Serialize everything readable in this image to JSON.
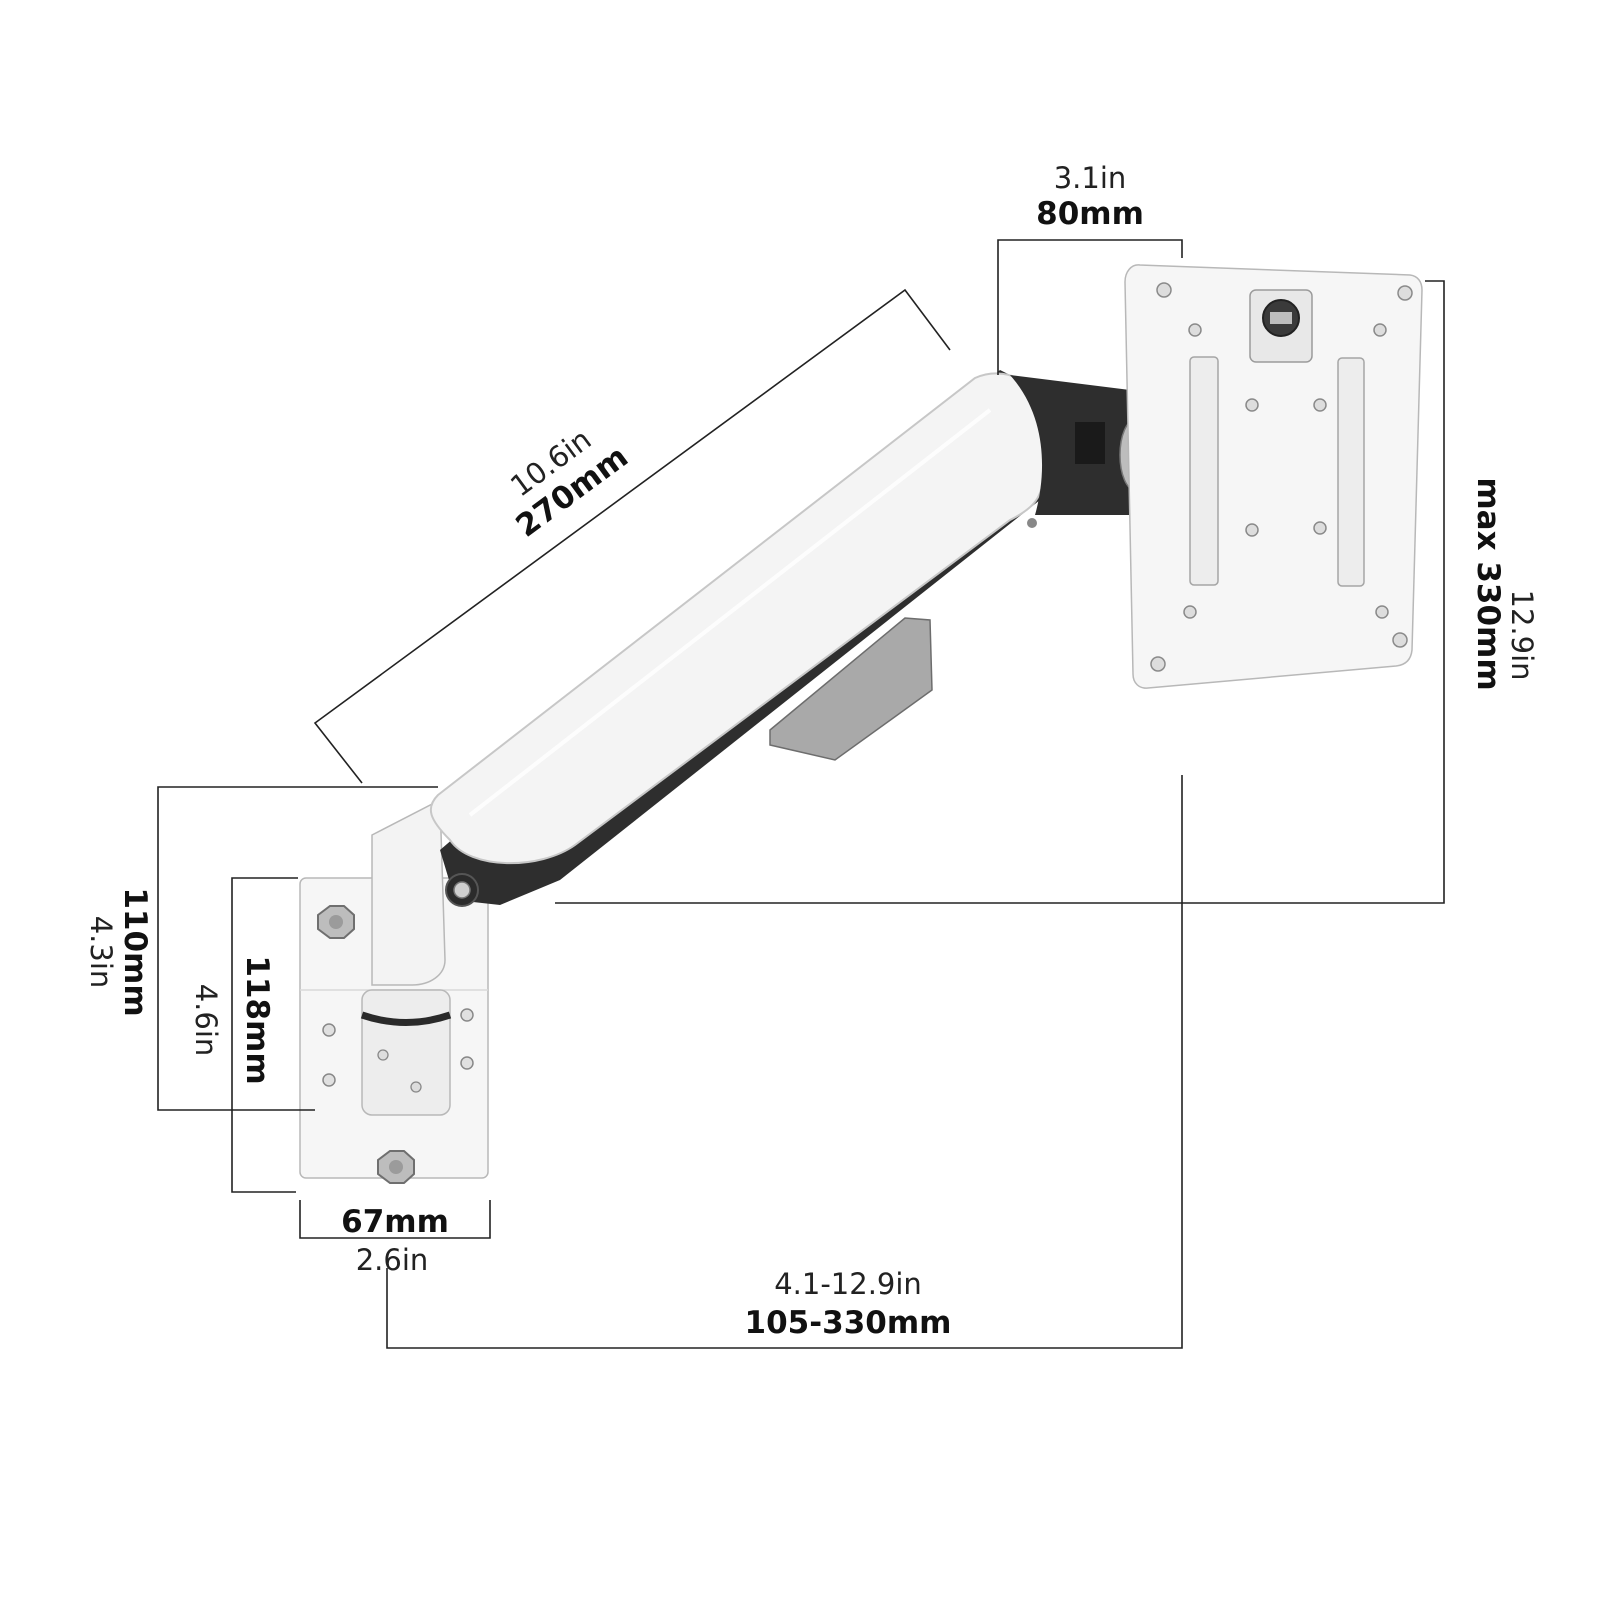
{
  "dimensions": {
    "arm_length": {
      "in": "10.6in",
      "mm": "270mm"
    },
    "head_depth": {
      "in": "3.1in",
      "mm": "80mm"
    },
    "max_height": {
      "in": "12.9in",
      "mm": "max  330mm"
    },
    "base_height": {
      "in": "4.3in",
      "mm": "110mm"
    },
    "plate_height": {
      "in": "4.6in",
      "mm": "118mm"
    },
    "plate_width": {
      "in": "2.6in",
      "mm": "67mm"
    },
    "extension_range": {
      "in": "4.1-12.9in",
      "mm": "105-330mm"
    }
  },
  "colors": {
    "arm_white": "#f4f4f4",
    "arm_dark": "#2e2e2e",
    "metal_grey": "#9a9a9a",
    "line": "#222222"
  },
  "icons": [
    "hex-bolt-icon",
    "screw-icon",
    "tilt-knob-icon"
  ]
}
